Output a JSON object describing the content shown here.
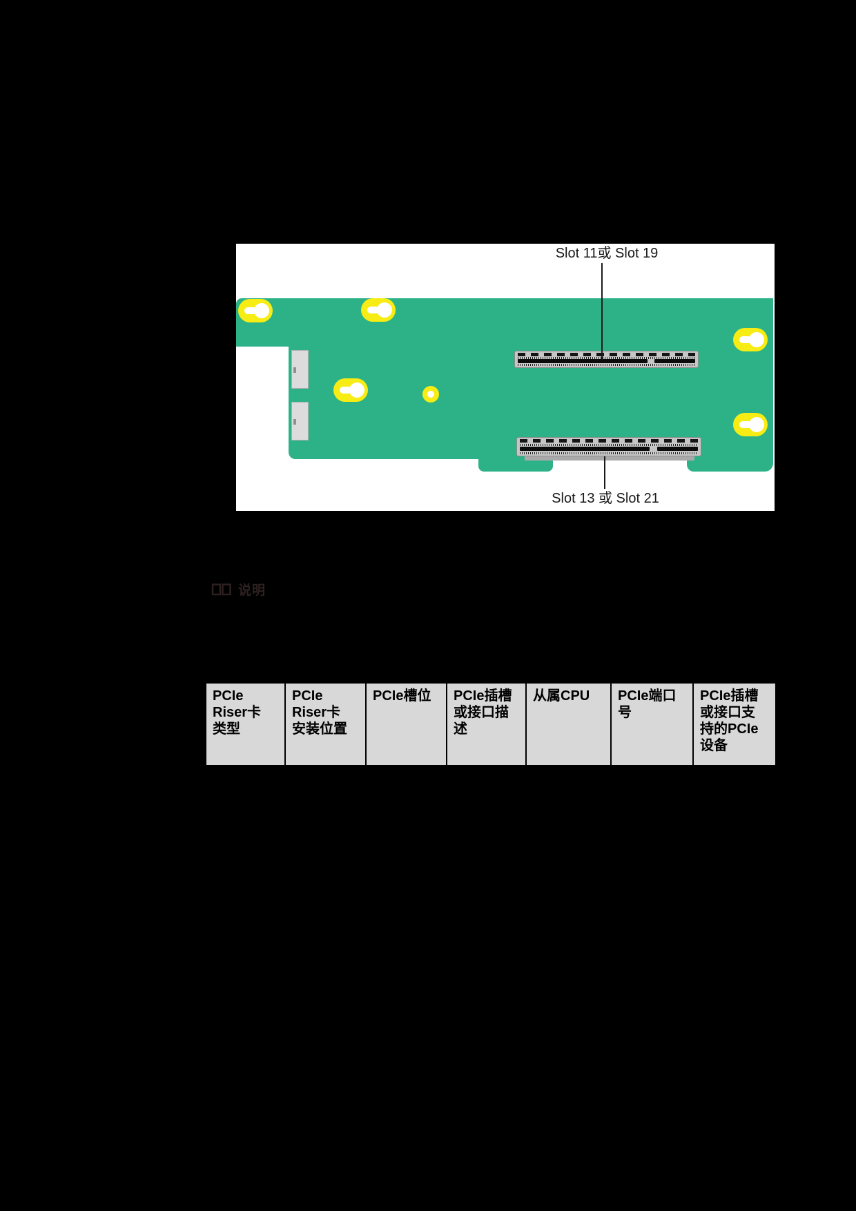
{
  "figure": {
    "label_top": "Slot 11或 Slot 19",
    "label_bottom": "Slot 13 或 Slot 21"
  },
  "note": {
    "icon": "open-book-icon",
    "label": "说明"
  },
  "table": {
    "headers": [
      "PCIe\nRiser卡\n类型",
      "PCIe\nRiser卡\n安装位置",
      "PCIe槽位",
      "PCIe插槽\n或接口描\n述",
      "从属CPU",
      "PCIe端口\n号",
      "PCIe插槽\n或接口支\n持的PCIe\n设备"
    ]
  },
  "colors": {
    "page_background": "#000000",
    "figure_background": "#FFFFFF",
    "pcb_green": "#2DB287",
    "standoff_yellow": "#F7EC13",
    "slot_gray": "#C6C6C6",
    "table_header_gray": "#D8D8D8",
    "note_text": "#2E2220",
    "label_text": "#1A1A1A"
  }
}
